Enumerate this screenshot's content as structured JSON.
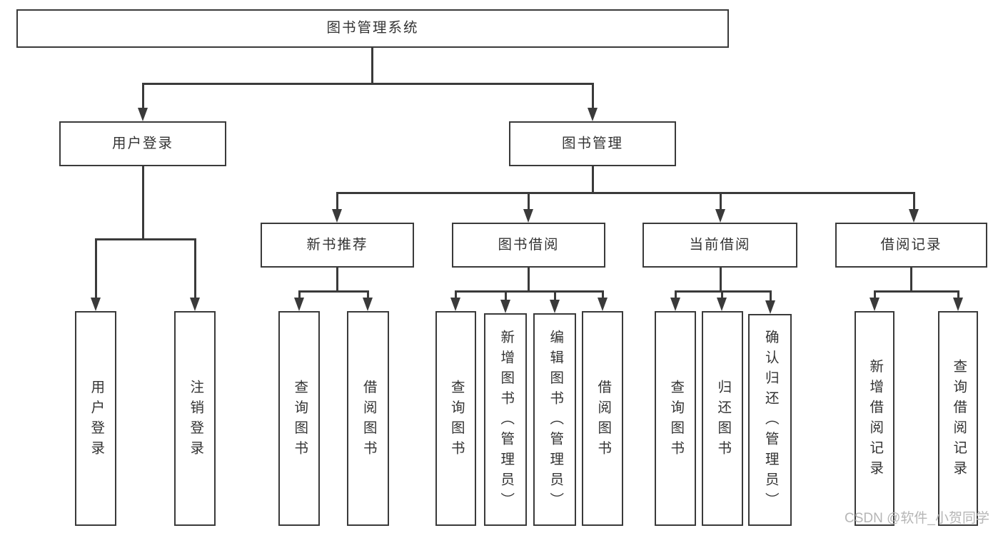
{
  "diagram": {
    "type": "org-tree",
    "colors": {
      "line": "#3a3a3a",
      "text": "#333333",
      "box_background": "#ffffff",
      "background": "#ffffff",
      "watermark": "#b6b6b6"
    },
    "nodes": {
      "root": {
        "label": "图书管理系统"
      },
      "branches": [
        {
          "label": "用户登录"
        },
        {
          "label": "图书管理"
        }
      ],
      "sections": [
        {
          "label": "新书推荐"
        },
        {
          "label": "图书借阅"
        },
        {
          "label": "当前借阅"
        },
        {
          "label": "借阅记录"
        }
      ],
      "leaves": [
        {
          "label": "用户登录"
        },
        {
          "label": "注销登录"
        },
        {
          "label": "查询图书"
        },
        {
          "label": "借阅图书"
        },
        {
          "label": "查询图书"
        },
        {
          "label": "新增图书（管理员）"
        },
        {
          "label": "编辑图书（管理员）"
        },
        {
          "label": "借阅图书"
        },
        {
          "label": "查询图书"
        },
        {
          "label": "归还图书"
        },
        {
          "label": "确认归还（管理员）"
        },
        {
          "label": "新增借阅记录"
        },
        {
          "label": "查询借阅记录"
        }
      ]
    },
    "hierarchy": {
      "图书管理系统": {
        "用户登录": [
          "用户登录",
          "注销登录"
        ],
        "图书管理": {
          "新书推荐": [
            "查询图书",
            "借阅图书"
          ],
          "图书借阅": [
            "查询图书",
            "新增图书（管理员）",
            "编辑图书（管理员）",
            "借阅图书"
          ],
          "当前借阅": [
            "查询图书",
            "归还图书",
            "确认归还（管理员）"
          ],
          "借阅记录": [
            "新增借阅记录",
            "查询借阅记录"
          ]
        }
      }
    },
    "watermark": "CSDN @软件_小贺同学"
  }
}
